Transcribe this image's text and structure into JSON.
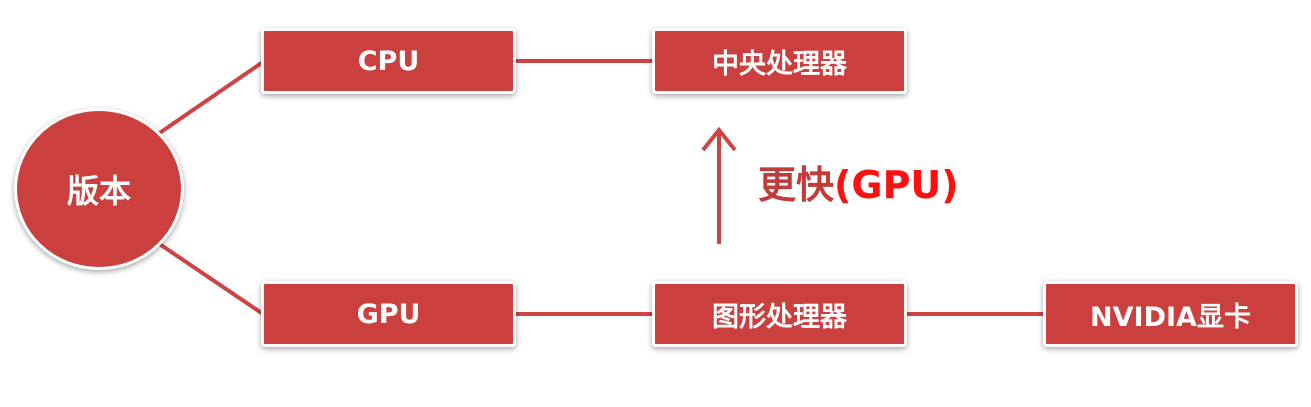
{
  "nodes": {
    "root": "版本",
    "cpu": "CPU",
    "gpu": "GPU",
    "cpu_cn": "中央处理器",
    "gpu_cn": "图形处理器",
    "nvidia": "NVIDIA显卡"
  },
  "arrow_label": {
    "text": "更快",
    "highlight": "(GPU)"
  },
  "colors": {
    "node_fill": "#cb3f3f",
    "connector": "#cc4444",
    "label": "#c23b3b",
    "highlight": "#ff1010"
  }
}
